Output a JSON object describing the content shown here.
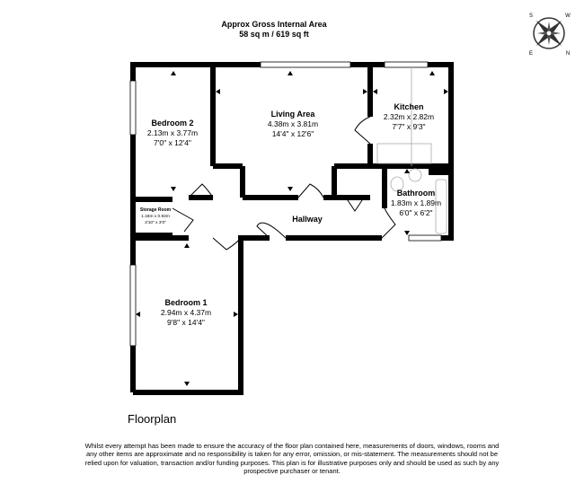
{
  "header": {
    "title": "Approx Gross Internal Area",
    "area": "58 sq m / 619 sq ft"
  },
  "compass": {
    "icon": "compass-rose-icon",
    "letters": [
      "S",
      "W",
      "N",
      "E"
    ]
  },
  "rooms": {
    "living": {
      "name": "Living Area",
      "metric": "4.38m x 3.81m",
      "imperial": "14'4\" x 12'6\""
    },
    "kitchen": {
      "name": "Kitchen",
      "metric": "2.32m x 2.82m",
      "imperial": "7'7\" x 9'3\""
    },
    "bedroom2": {
      "name": "Bedroom 2",
      "metric": "2.13m x 3.77m",
      "imperial": "7'0\" x 12'4\""
    },
    "bathroom": {
      "name": "Bathroom",
      "metric": "1.83m x 1.89m",
      "imperial": "6'0\" x 6'2\""
    },
    "storage": {
      "name": "Storage Room",
      "metric": "1.18m x 0.92m",
      "imperial": "3'10\" x 3'0\""
    },
    "hallway": {
      "name": "Hallway"
    },
    "bedroom1": {
      "name": "Bedroom 1",
      "metric": "2.94m x 4.37m",
      "imperial": "9'8\" x 14'4\""
    }
  },
  "caption": "Floorplan",
  "disclaimer": "Whilst every attempt has been made to ensure the accuracy of the floor plan contained here, measurements of doors, windows, rooms and any other items are approximate and no responsibility is taken for any error, omission, or mis-statement. The measurements should not be relied upon for valuation, transaction and/or funding purposes. This plan is for illustrative purposes only and should be used as such by any prospective purchaser or tenant."
}
